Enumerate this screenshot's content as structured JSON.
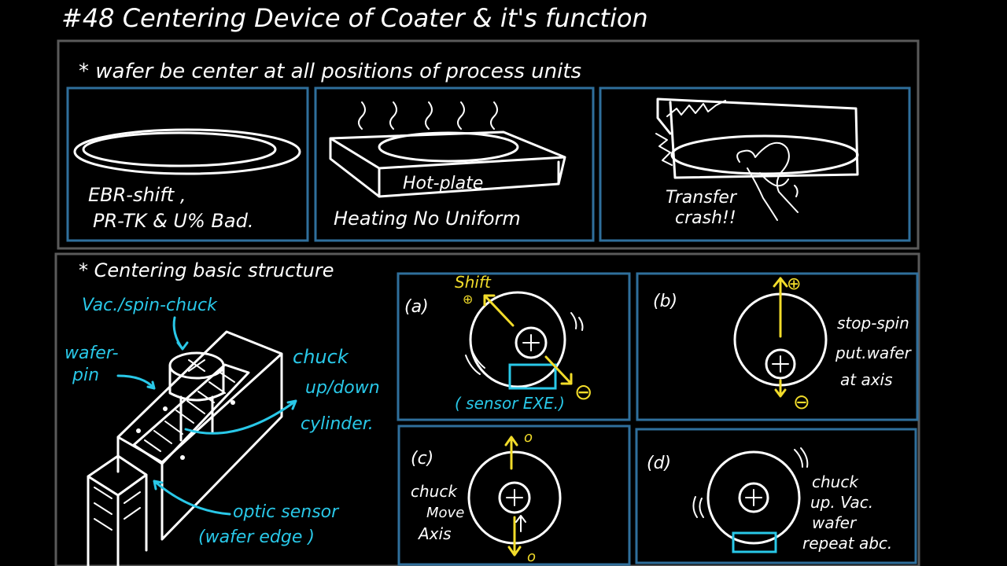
{
  "title": "#48  Centering Device of Coater & it's function",
  "section1": {
    "heading": "* wafer be center at all positions of process units",
    "panels": [
      {
        "lines": [
          "EBR-shift ,",
          "PR-TK & U% Bad."
        ]
      },
      {
        "label": "Hot-plate",
        "lines": [
          "Heating No Uniform"
        ]
      },
      {
        "lines": [
          "Transfer",
          "crash!!"
        ]
      }
    ]
  },
  "section2": {
    "heading": "* Centering basic structure",
    "labels": {
      "vac_chuck": "Vac./spin-chuck",
      "wafer_pin": [
        "wafer-",
        "pin"
      ],
      "cylinder": [
        "chuck",
        "up/down",
        "cylinder."
      ],
      "optic_sensor": [
        "optic sensor",
        "(wafer edge )"
      ]
    },
    "steps": [
      {
        "tag": "(a)",
        "shift": "Shift",
        "plus_sign": "⊕",
        "minus_sign": "⊖",
        "caption": "( sensor EXE.)"
      },
      {
        "tag": "(b)",
        "plus_sign": "⊕",
        "minus_sign": "⊖",
        "notes": [
          "stop-spin",
          "put.wafer",
          "at axis"
        ]
      },
      {
        "tag": "(c)",
        "top_mark": "o",
        "bottom_mark": "o",
        "notes": [
          "chuck",
          "Move",
          "Axis"
        ]
      },
      {
        "tag": "(d)",
        "notes": [
          "chuck",
          "up. Vac.",
          "wafer",
          "repeat abc."
        ]
      }
    ]
  },
  "colors": {
    "chalk": "#ffffff",
    "cyan": "#29c8e8",
    "yellow": "#f2dc2a",
    "frame_gray": "#5a5a5a",
    "panel_blue": "#2f6f9c"
  }
}
